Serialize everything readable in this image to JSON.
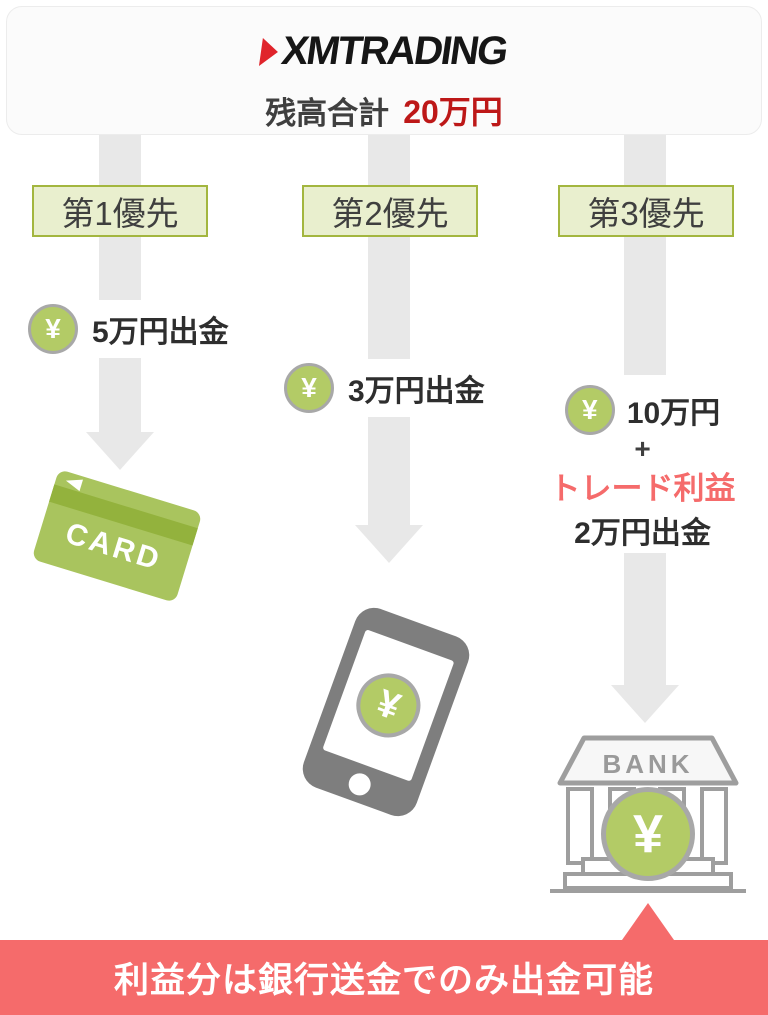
{
  "header": {
    "logo": "XMTRADING",
    "balance_label": "残高合計",
    "balance_value": "20万円"
  },
  "yen_symbol": "¥",
  "columns": [
    {
      "priority": "第1優先",
      "withdrawal": "5万円出金",
      "destination": "credit-card",
      "destination_label": "CARD"
    },
    {
      "priority": "第2優先",
      "withdrawal": "3万円出金",
      "destination": "smartphone"
    },
    {
      "priority": "第3優先",
      "amount": "10万円",
      "plus": "+",
      "profit": "トレード利益",
      "withdrawal": "2万円出金",
      "destination": "bank",
      "destination_label": "BANK"
    }
  ],
  "footer": {
    "note": "利益分は銀行送金でのみ出金可能"
  },
  "colors": {
    "accent_green": "#b3cb66",
    "label_bg": "#e9efce",
    "label_border": "#a3b63f",
    "arrow_gray": "#e8e8e8",
    "balance_red": "#bd1818",
    "banner_red": "#f56b6b",
    "logo_red": "#e0242b",
    "coin_ring": "#a8a8a8",
    "bank_gray": "#9e9e9e"
  }
}
